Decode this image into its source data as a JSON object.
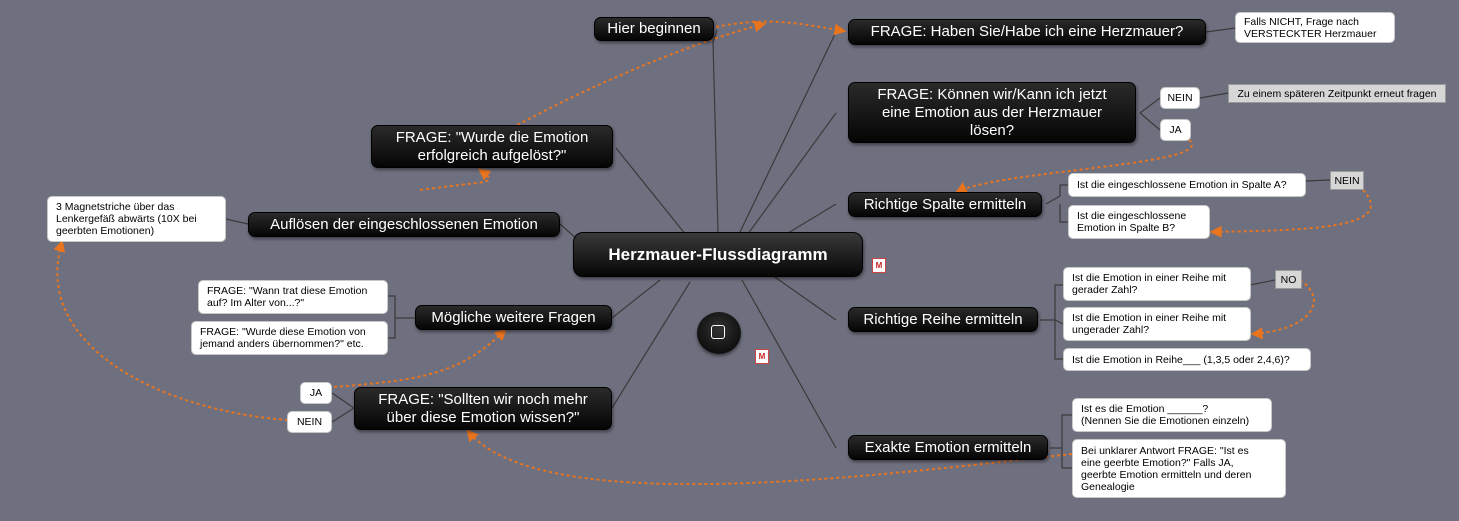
{
  "center": {
    "title": "Herzmauer-Flussdiagramm"
  },
  "nodes": {
    "hier_beginnen": "Hier beginnen",
    "frage_herzmauer": "FRAGE: Haben Sie/Habe ich eine Herzmauer?",
    "falls_nicht": "Falls NICHT, Frage nach\nVERSTECKTER Herzmauer",
    "frage_loesen": "FRAGE: Können wir/Kann ich jetzt\neine Emotion aus der Herzmauer\nlösen?",
    "nein_1": "NEIN",
    "spaeter": "Zu einem späteren Zeitpunkt erneut fragen",
    "ja_1": "JA",
    "spalte": "Richtige Spalte ermitteln",
    "spalte_a": "Ist die eingeschlossene Emotion in Spalte A?",
    "nein_2": "NEIN",
    "spalte_b": "Ist die eingeschlossene\nEmotion in Spalte B?",
    "reihe": "Richtige Reihe ermitteln",
    "reihe_gerade": "Ist die Emotion in einer Reihe mit\ngerader Zahl?",
    "no": "NO",
    "reihe_ungerade": "Ist die Emotion in einer Reihe mit\nungerader Zahl?",
    "reihe_nummer": "Ist die Emotion in Reihe___ (1,3,5 oder 2,4,6)?",
    "exakt": "Exakte Emotion ermitteln",
    "emotion_name": "Ist es die Emotion ______?\n(Nennen Sie die Emotionen einzeln)",
    "geerbt": "Bei unklarer Antwort FRAGE: \"Ist es\neine geerbte Emotion?\"  Falls JA,\ngeerbte Emotion ermitteln und deren\nGenealogie",
    "frage_aufgeloest": "FRAGE: \"Wurde die Emotion\nerfolgreich aufgelöst?\"",
    "aufloesen": "Auflösen der eingeschlossenen Emotion",
    "magnet": "3 Magnetstriche über das\nLenkergefäß abwärts (10X bei\ngeerbten Emotionen)",
    "weitere": "Mögliche weitere Fragen",
    "wann": "FRAGE: \"Wann trat diese Emotion\nauf? Im Alter von...?\"",
    "uebernommen": "FRAGE: \"Wurde diese Emotion von\njemand anders übernommen?\" etc.",
    "mehr_wissen": "FRAGE: \"Sollten wir noch mehr\nüber diese Emotion wissen?\"",
    "ja_2": "JA",
    "nein_3": "NEIN"
  },
  "icons": {
    "note": "note-icon",
    "floating": "stop-icon",
    "note_symbol": "M"
  },
  "colors": {
    "background": "#6f707f",
    "edge": "#3a3a3a",
    "arrow": "#e8741e"
  }
}
